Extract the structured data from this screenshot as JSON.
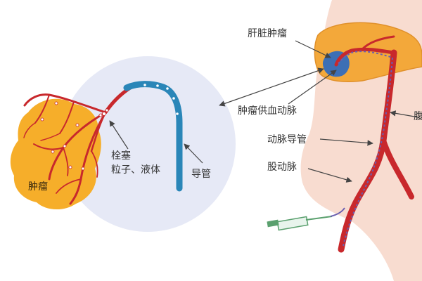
{
  "labels": {
    "liver_tumor": "肝脏肿瘤",
    "tumor_feeding_artery": "肿瘤供血动脉",
    "arterial_catheter": "动脉导管",
    "femoral_artery": "股动脉",
    "abdominal_aorta_partial": "腹",
    "embolic_agent_line1": "栓塞",
    "embolic_agent_line2": "粒子、液体",
    "catheter": "导管",
    "tumor": "肿瘤"
  },
  "colors": {
    "artery_red": "#c8282c",
    "catheter_blue": "#2a86b8",
    "tumor_orange": "#f6ae2a",
    "liver_orange": "#f3a83a",
    "liver_tumor_blue": "#3d6fb5",
    "skin": "#f8dcd0",
    "zoom_circle": "#e6e9f6"
  },
  "icons": [
    "syringe-icon"
  ]
}
